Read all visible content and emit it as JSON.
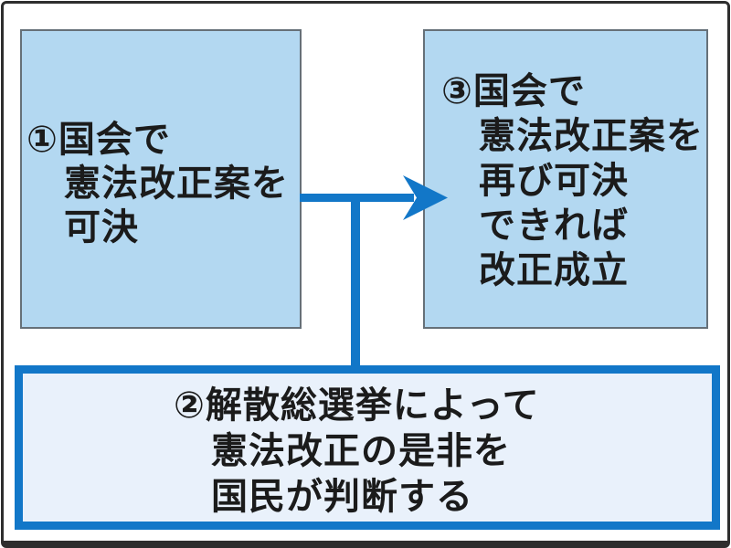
{
  "diagram": {
    "type": "flowchart",
    "subject": "constitutional-amendment-process",
    "boxes": [
      {
        "id": "step1",
        "number": "①",
        "text": "①国会で\n憲法改正案を\n可決"
      },
      {
        "id": "step2",
        "number": "②",
        "text": "②解散総選挙によって\n憲法改正の是非を\n国民が判断する"
      },
      {
        "id": "step3",
        "number": "③",
        "text": "③国会で\n憲法改正案を\n再び可決\nできれば\n改正成立"
      }
    ],
    "connectors": [
      {
        "from": "step1",
        "to": "step3",
        "style": "arrow"
      },
      {
        "from": "arrow-midpoint",
        "to": "step2",
        "style": "line"
      }
    ],
    "colors": {
      "top_box_fill": "#b3d8f1",
      "top_box_border": "#667078",
      "bottom_box_fill": "#e9f1fb",
      "accent_blue": "#1277c8",
      "text": "#1b1b1b",
      "frame": "#2e2e2e"
    }
  }
}
